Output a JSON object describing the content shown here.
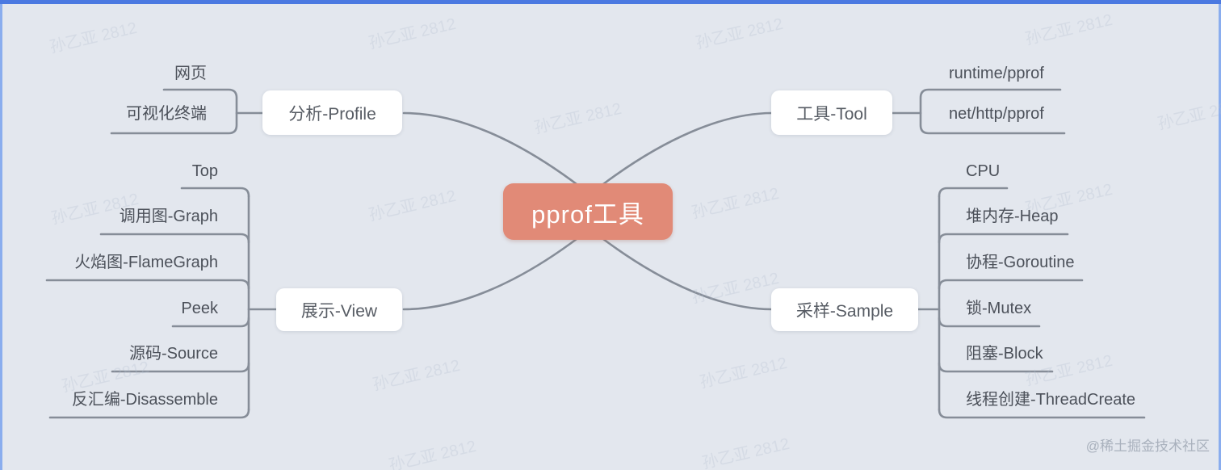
{
  "mindmap": {
    "root": {
      "label": "pprof工具",
      "color": "#e18a77"
    },
    "branches": [
      {
        "id": "profile",
        "label": "分析-Profile",
        "children": [
          "网页",
          "可视化终端"
        ]
      },
      {
        "id": "tool",
        "label": "工具-Tool",
        "children": [
          "runtime/pprof",
          "net/http/pprof"
        ]
      },
      {
        "id": "view",
        "label": "展示-View",
        "children": [
          "Top",
          "调用图-Graph",
          "火焰图-FlameGraph",
          "Peek",
          "源码-Source",
          "反汇编-Disassemble"
        ]
      },
      {
        "id": "sample",
        "label": "采样-Sample",
        "children": [
          "CPU",
          "堆内存-Heap",
          "协程-Goroutine",
          "锁-Mutex",
          "阻塞-Block",
          "线程创建-ThreadCreate"
        ]
      }
    ]
  },
  "watermark": {
    "text": "孙乙亚 2812"
  },
  "credit": {
    "text": "@稀土掘金技术社区"
  },
  "colors": {
    "background": "#e3e7ee",
    "top_bar": "#4b79e1",
    "side_edges": "#8aadee",
    "connector_line": "#868d98",
    "root_node_fill": "#e18a77",
    "root_node_text": "#ffffff",
    "branch_node_fill": "#ffffff",
    "branch_node_text": "#575c64",
    "child_text": "#4c515a"
  }
}
